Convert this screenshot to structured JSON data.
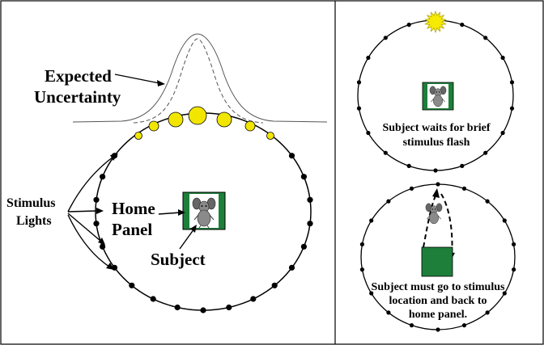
{
  "left_panel": {
    "expected_uncertainty_line1": "Expected",
    "expected_uncertainty_line2": "Uncertainty",
    "stimulus_lights_line1": "Stimulus",
    "stimulus_lights_line2": "Lights",
    "home_panel_line1": "Home",
    "home_panel_line2": "Panel",
    "subject": "Subject"
  },
  "top_right_panel": {
    "caption_line1": "Subject waits for brief",
    "caption_line2": "stimulus flash"
  },
  "bottom_right_panel": {
    "caption_line1": "Subject must go to stimulus",
    "caption_line2": "location and back to",
    "caption_line3": "home panel."
  },
  "colors": {
    "panel_green": "#1d7f3a",
    "light_yellow": "#f2e600",
    "flash_yellow": "#f5ea00",
    "dot_black": "#000000"
  }
}
